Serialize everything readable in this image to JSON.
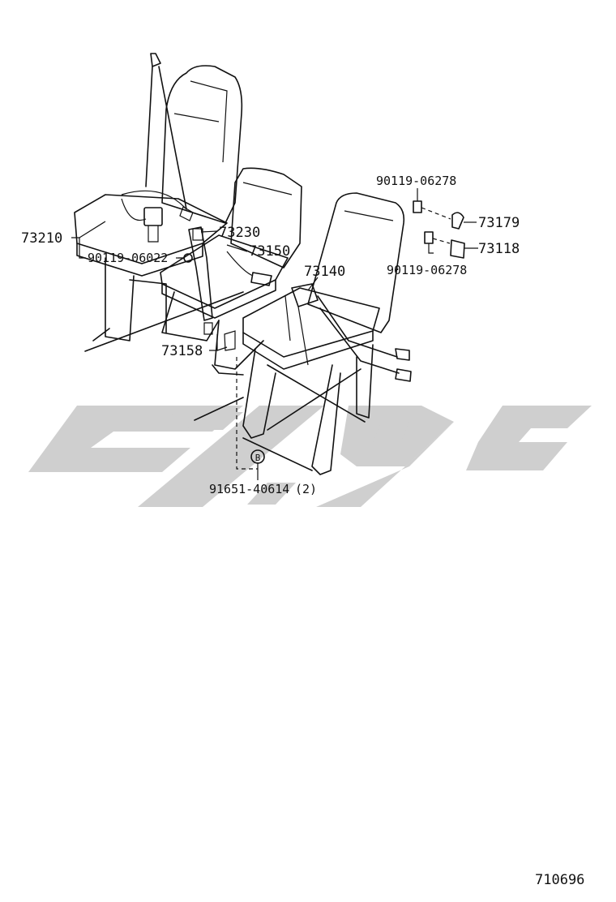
{
  "diagram": {
    "part_labels": {
      "p73210": "73210",
      "p90119_06022": "90119-06022",
      "p73230": "73230",
      "p73150": "73150",
      "p73140": "73140",
      "p73158": "73158",
      "p90119_06278_top": "90119-06278",
      "p73179": "73179",
      "p73118": "73118",
      "p90119_06278_bottom": "90119-06278",
      "p91651_40614": "91651-40614",
      "qty_91651": "(2)",
      "callout_b": "B"
    },
    "figure_number": "710696"
  }
}
